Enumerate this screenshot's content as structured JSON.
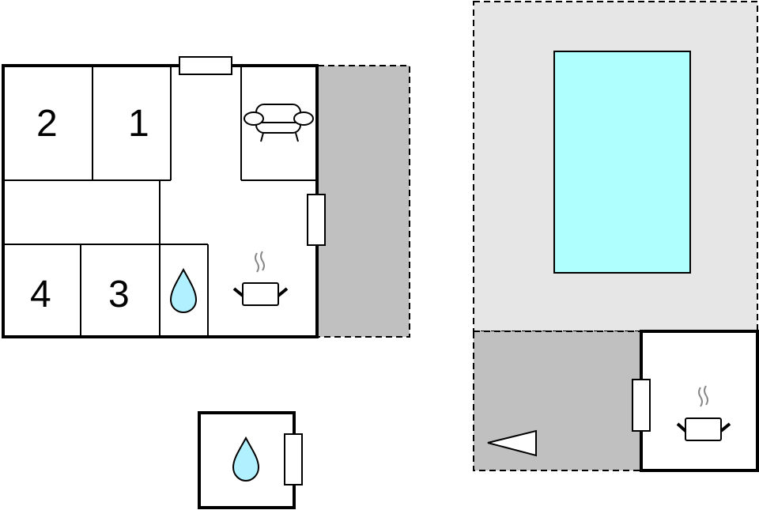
{
  "diagram": {
    "type": "floor-plan",
    "colors": {
      "wall": "#000000",
      "terrace": "#c0c0c0",
      "garden": "#e6e6e6",
      "pool": "#b0ffff",
      "water_icon": "#b0f0ff",
      "steam": "#888888"
    },
    "main_house": {
      "rooms": [
        {
          "id": "bedroom-2",
          "label": "2"
        },
        {
          "id": "bedroom-1",
          "label": "1"
        },
        {
          "id": "bedroom-4",
          "label": "4"
        },
        {
          "id": "bedroom-3",
          "label": "3"
        },
        {
          "id": "bathroom",
          "icon": "water-drop-icon"
        },
        {
          "id": "living-room",
          "icon": "sofa-icon"
        },
        {
          "id": "kitchen",
          "icon": "cooking-pot-icon"
        }
      ]
    },
    "outbuildings": [
      {
        "id": "separate-bathroom",
        "icon": "water-drop-icon"
      },
      {
        "id": "outdoor-kitchen",
        "icon": "cooking-pot-icon"
      }
    ],
    "outdoor": [
      {
        "id": "terrace-main",
        "style": "dashed"
      },
      {
        "id": "garden-pool-area",
        "style": "dashed"
      },
      {
        "id": "swimming-pool"
      },
      {
        "id": "terrace-pool",
        "style": "dashed",
        "icon": "direction-arrow-icon"
      }
    ]
  }
}
